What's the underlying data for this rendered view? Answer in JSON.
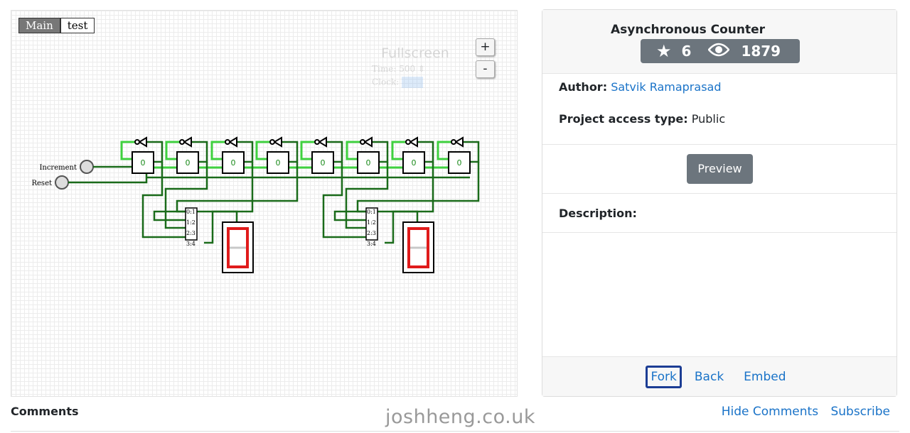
{
  "canvas": {
    "tabs": [
      {
        "label": "Main",
        "active": true
      },
      {
        "label": "test",
        "active": false
      }
    ],
    "zoom_in": "+",
    "zoom_out": "-",
    "fullscreen": {
      "title": "Fullscreen",
      "time_label": "Time:",
      "time_value": "500",
      "clock_label": "Clock:"
    },
    "circuit": {
      "inputs": [
        {
          "label": "Increment"
        },
        {
          "label": "Reset"
        }
      ],
      "flipflop_count": 8,
      "flipflop_state": "0",
      "mux_labels": [
        "0:1",
        "1:2",
        "2:3",
        "3:4"
      ],
      "display_count": 2,
      "colors": {
        "wire_on": "#3fd13f",
        "wire_off": "#1a6b1a",
        "segment_on": "#e01b1b",
        "segment_off": "#c8c8c8"
      }
    }
  },
  "project": {
    "title": "Asynchronous Counter",
    "stars": "6",
    "star_icon": "star-icon",
    "views": "1879",
    "view_icon": "eye-icon",
    "author_label": "Author:",
    "author": "Satvik Ramaprasad",
    "access_label": "Project access type:",
    "access": "Public",
    "preview": "Preview",
    "description_label": "Description:",
    "footer": {
      "fork": "Fork",
      "back": "Back",
      "embed": "Embed"
    }
  },
  "comments": {
    "title": "Comments",
    "hide": "Hide Comments",
    "subscribe": "Subscribe"
  },
  "watermark": "joshheng.co.uk"
}
